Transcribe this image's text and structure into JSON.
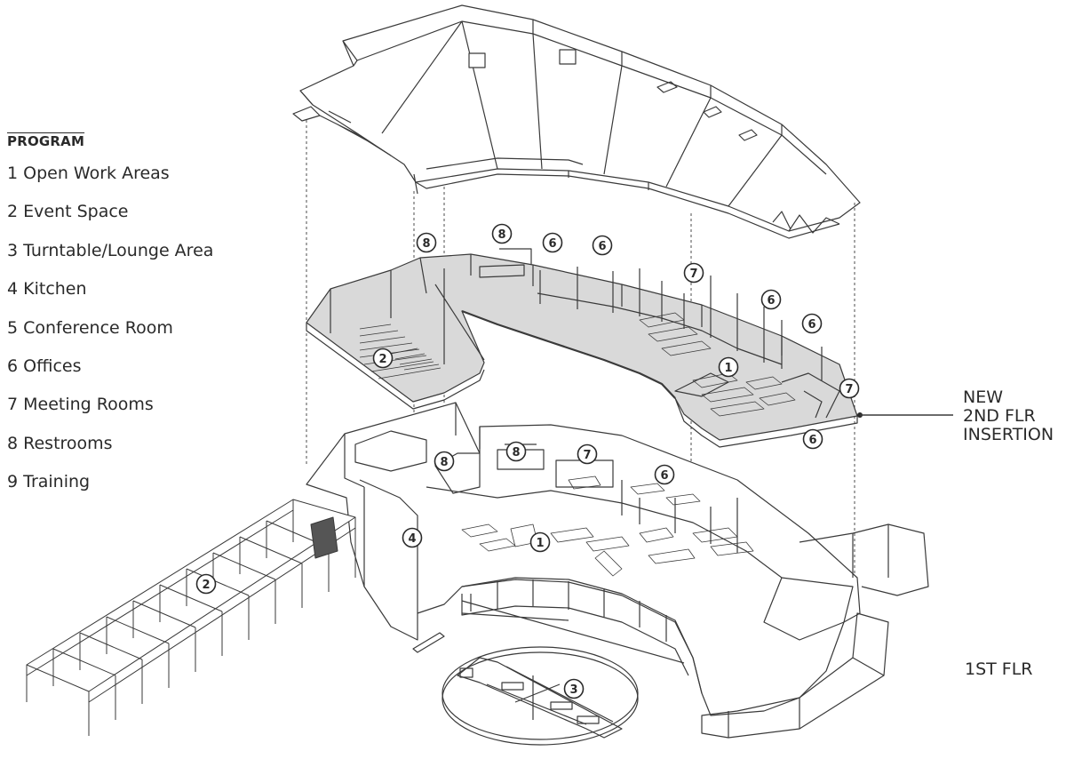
{
  "legend": {
    "title": "PROGRAM",
    "items": [
      {
        "number": "1",
        "label": "1 Open Work Areas"
      },
      {
        "number": "2",
        "label": "2 Event Space"
      },
      {
        "number": "3",
        "label": "3 Turntable/Lounge Area"
      },
      {
        "number": "4",
        "label": "4 Kitchen"
      },
      {
        "number": "5",
        "label": "5 Conference Room"
      },
      {
        "number": "6",
        "label": "6 Offices"
      },
      {
        "number": "7",
        "label": "7 Meeting Rooms"
      },
      {
        "number": "8",
        "label": "8 Restrooms"
      },
      {
        "number": "9",
        "label": "9 Training"
      }
    ]
  },
  "labels": {
    "new_floor": [
      "NEW",
      "2ND FLR",
      "INSERTION"
    ],
    "first_floor": "1ST FLR"
  },
  "callouts": {
    "second_floor": [
      "8",
      "8",
      "6",
      "6",
      "7",
      "6",
      "6",
      "2",
      "1",
      "7",
      "6"
    ],
    "first_floor": [
      "8",
      "8",
      "7",
      "6",
      "4",
      "1",
      "2",
      "3"
    ]
  },
  "colors": {
    "line": "#3a3a3a",
    "floor_fill": "#d9d9d9",
    "callout_fill": "#ffffff"
  }
}
